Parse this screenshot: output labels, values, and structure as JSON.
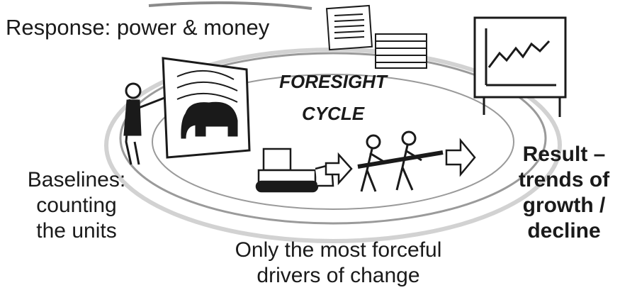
{
  "labels": {
    "response": "Response: power & money",
    "cycle_line1": "FORESIGHT",
    "cycle_line2": "CYCLE",
    "baselines_line1": "Baselines:",
    "baselines_line2": "counting",
    "baselines_line3": "the units",
    "drivers_line1": "Only the most forceful",
    "drivers_line2": "drivers of change",
    "result_line1": "Result –",
    "result_line2": "trends of",
    "result_line3": "growth /",
    "result_line4": "decline"
  },
  "colors": {
    "ink": "#1a1a1a",
    "shadow": "#b5b5b5",
    "paper": "#ffffff"
  }
}
